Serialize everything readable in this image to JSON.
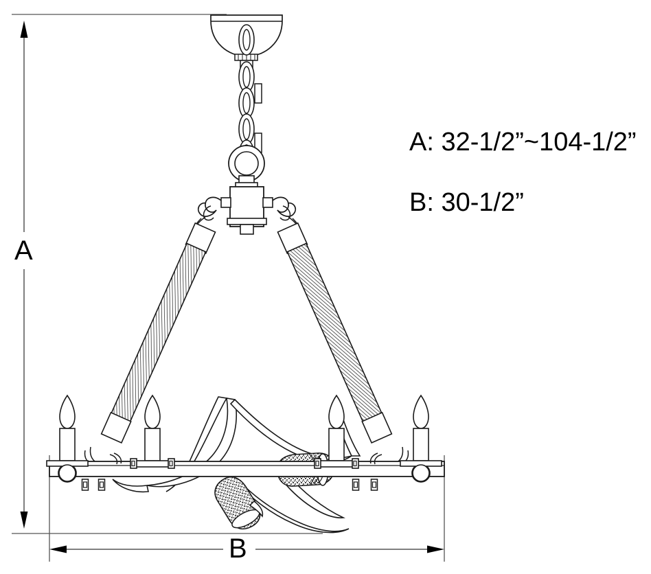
{
  "diagram": {
    "title": "Antler chandelier dimension drawing",
    "type": "technical-line-drawing",
    "background_color": "#ffffff",
    "line_color": "#1a1a1a",
    "dimension_line_color": "#3a3a3a"
  },
  "dimensions": {
    "vertical": {
      "label": "A",
      "orientation": "vertical",
      "description": "overall height including chain, adjustable range"
    },
    "horizontal": {
      "label": "B",
      "orientation": "horizontal",
      "description": "overall width of frame"
    }
  },
  "specifications": [
    {
      "key": "A",
      "text": "A: 32-1/2”~104-1/2”",
      "min": "32-1/2”",
      "max": "104-1/2”",
      "unit": "inches"
    },
    {
      "key": "B",
      "text": "B: 30-1/2”",
      "value": "30-1/2”",
      "unit": "inches"
    }
  ],
  "fixture": {
    "name": "antler-chandelier",
    "parts": [
      {
        "name": "ceiling-canopy",
        "shape": "shallow-dome"
      },
      {
        "name": "hanging-chain",
        "shape": "oval-links"
      },
      {
        "name": "suspension-ring",
        "shape": "open-ring"
      },
      {
        "name": "center-hub",
        "shape": "rectangular-box"
      },
      {
        "name": "s-hook-left",
        "shape": "hook"
      },
      {
        "name": "s-hook-right",
        "shape": "hook"
      },
      {
        "name": "support-arm-left",
        "shape": "hatched-rod"
      },
      {
        "name": "support-arm-right",
        "shape": "hatched-rod"
      },
      {
        "name": "frame-bar",
        "shape": "horizontal-tube"
      },
      {
        "name": "antler-cluster",
        "shape": "antler"
      },
      {
        "name": "candle-light",
        "count": 4,
        "shape": "candle-with-flame-bulb"
      }
    ]
  }
}
